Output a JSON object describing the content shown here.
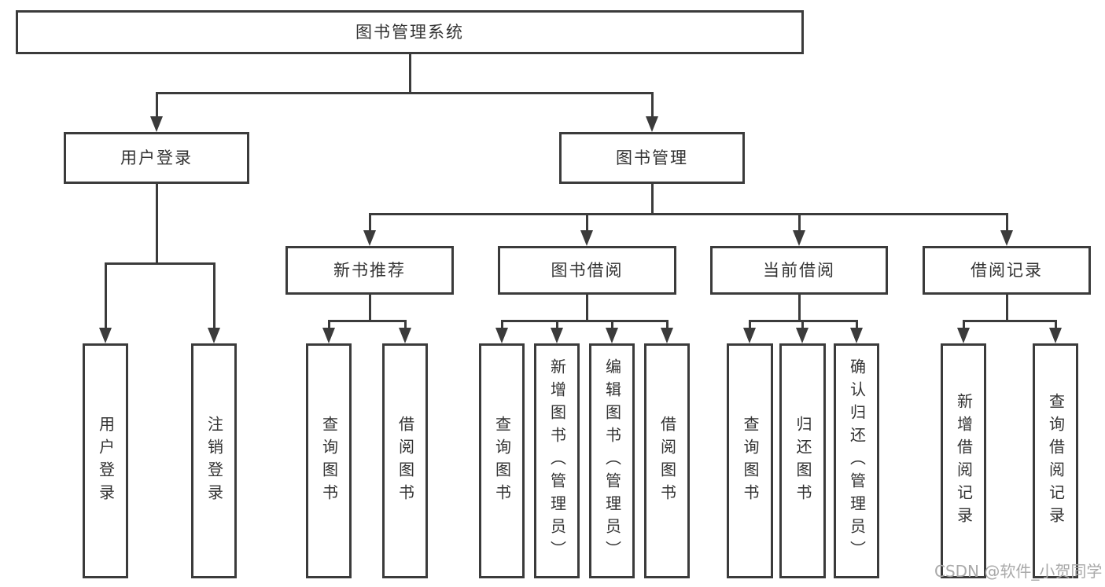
{
  "diagram": {
    "type": "hierarchy-tree",
    "title": "图书管理系统",
    "watermark": "CSDN @软件_小贺同学",
    "colors": {
      "line": "#3b3b3b",
      "box_border": "#3b3b3b",
      "text": "#333333",
      "watermark": "#a9a9a9",
      "background": "#ffffff"
    }
  },
  "nodes": [
    {
      "id": "root",
      "label": "图书管理系统",
      "parent": null
    },
    {
      "id": "user-login",
      "label": "用户登录",
      "parent": "root"
    },
    {
      "id": "book-management",
      "label": "图书管理",
      "parent": "root"
    },
    {
      "id": "new-book-recommend",
      "label": "新书推荐",
      "parent": "book-management"
    },
    {
      "id": "book-borrowing",
      "label": "图书借阅",
      "parent": "book-management"
    },
    {
      "id": "current-borrowing",
      "label": "当前借阅",
      "parent": "book-management"
    },
    {
      "id": "borrowing-records",
      "label": "借阅记录",
      "parent": "book-management"
    },
    {
      "id": "user-login-action",
      "label": "用户登录",
      "parent": "user-login"
    },
    {
      "id": "logout-action",
      "label": "注销登录",
      "parent": "user-login"
    },
    {
      "id": "query-books-recommend",
      "label": "查询图书",
      "parent": "new-book-recommend"
    },
    {
      "id": "borrow-books-recommend",
      "label": "借阅图书",
      "parent": "new-book-recommend"
    },
    {
      "id": "query-books-borrowing",
      "label": "查询图书",
      "parent": "book-borrowing"
    },
    {
      "id": "add-books-admin",
      "label": "新增图书（管理员）",
      "parent": "book-borrowing"
    },
    {
      "id": "edit-books-admin",
      "label": "编辑图书（管理员）",
      "parent": "book-borrowing"
    },
    {
      "id": "borrow-books-action",
      "label": "借阅图书",
      "parent": "book-borrowing"
    },
    {
      "id": "query-books-current",
      "label": "查询图书",
      "parent": "current-borrowing"
    },
    {
      "id": "return-books",
      "label": "归还图书",
      "parent": "current-borrowing"
    },
    {
      "id": "confirm-return-admin",
      "label": "确认归还（管理员）",
      "parent": "current-borrowing"
    },
    {
      "id": "add-borrowing-record",
      "label": "新增借阅记录",
      "parent": "borrowing-records"
    },
    {
      "id": "query-borrowing-record",
      "label": "查询借阅记录",
      "parent": "borrowing-records"
    }
  ]
}
